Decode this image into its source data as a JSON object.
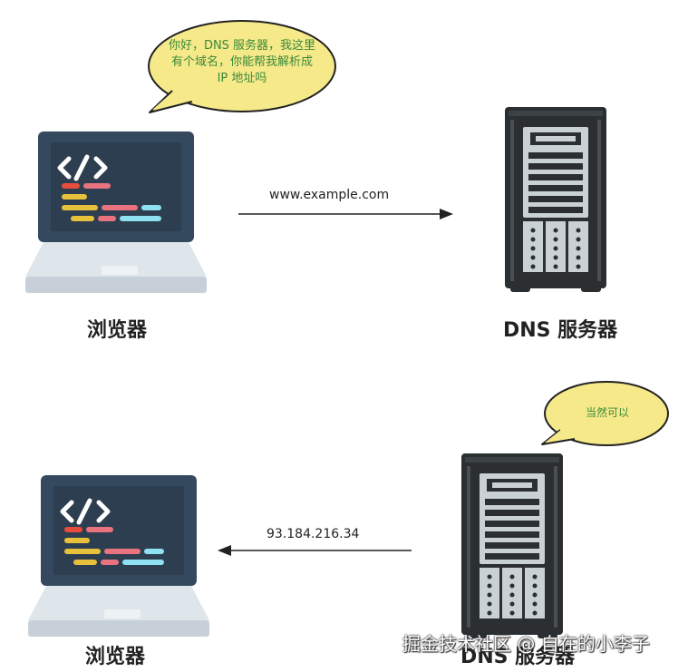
{
  "top": {
    "bubble_line1": "你好，DNS 服务器，我这里",
    "bubble_line2": "有个域名，你能帮我解析成",
    "bubble_line3": "IP 地址吗",
    "arrow_label": "www.example.com",
    "browser_label": "浏览器",
    "dns_label": "DNS 服务器"
  },
  "bottom": {
    "bubble_text": "当然可以",
    "arrow_label": "93.184.216.34",
    "browser_label": "浏览器",
    "dns_label": "DNS 服务器"
  },
  "watermark": "掘金技术社区 @ 自在的小李子",
  "colors": {
    "bubble_fill": "#f6e98a",
    "bubble_text": "#3a8a3a",
    "laptop_frame": "#34495e",
    "screen": "#2c3e50",
    "laptop_base": "#cfd8e0",
    "server_body": "#2b2f31",
    "server_panel": "#c9d1d5"
  },
  "icons": {
    "browser": "laptop-code-icon",
    "server": "server-tower-icon"
  }
}
